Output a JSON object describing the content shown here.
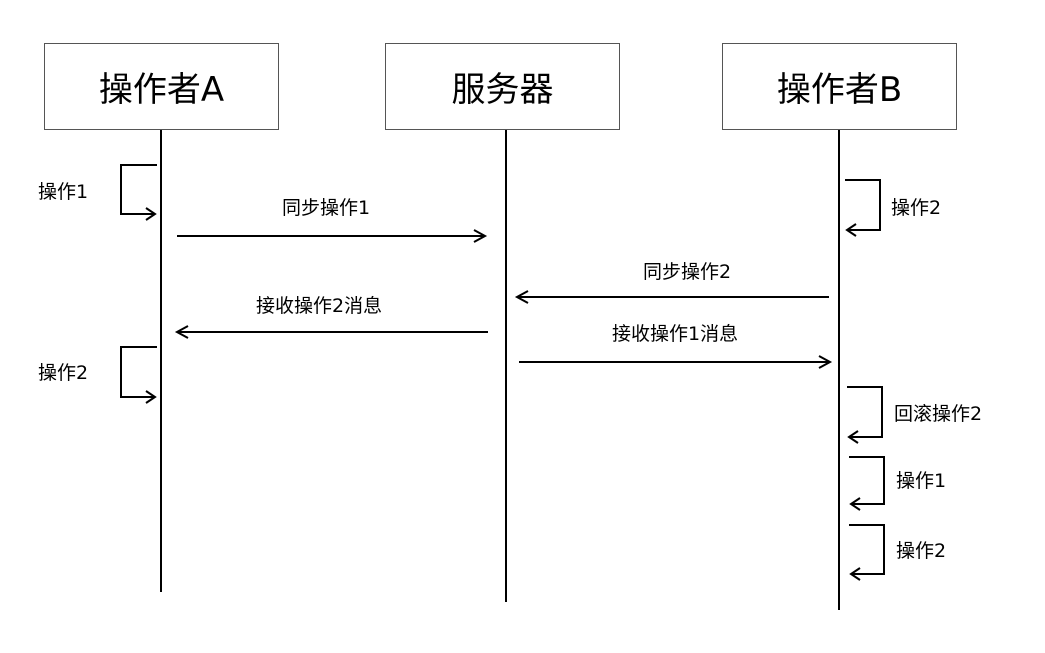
{
  "actors": {
    "a": "操作者A",
    "server": "服务器",
    "b": "操作者B"
  },
  "messages": [
    {
      "id": "m1",
      "label": "同步操作1"
    },
    {
      "id": "m2",
      "label": "同步操作2"
    },
    {
      "id": "m3",
      "label": "接收操作2消息"
    },
    {
      "id": "m4",
      "label": "接收操作1消息"
    }
  ],
  "self_messages": [
    {
      "id": "s1",
      "label": "操作1"
    },
    {
      "id": "s2",
      "label": "操作2"
    },
    {
      "id": "s3",
      "label": "操作2"
    },
    {
      "id": "s4",
      "label": "回滚操作2"
    },
    {
      "id": "s5",
      "label": "操作1"
    },
    {
      "id": "s6",
      "label": "操作2"
    }
  ]
}
